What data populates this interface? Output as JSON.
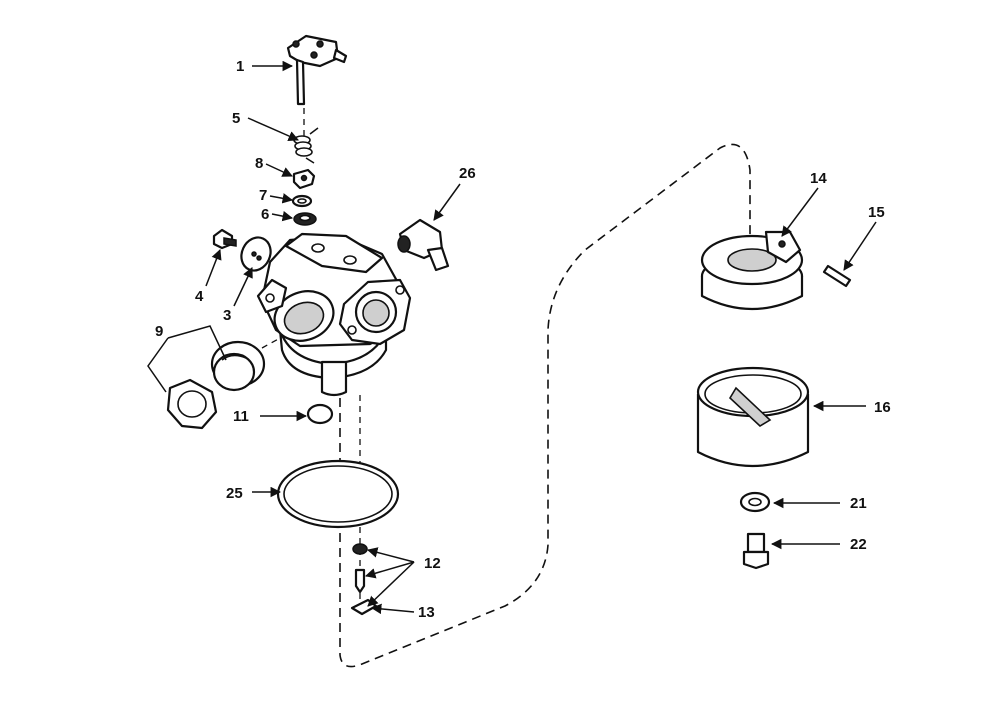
{
  "labels": {
    "p1": "1",
    "p3": "3",
    "p4": "4",
    "p5": "5",
    "p6": "6",
    "p7": "7",
    "p8": "8",
    "p9": "9",
    "p11": "11",
    "p12": "12",
    "p13": "13",
    "p14": "14",
    "p15": "15",
    "p16": "16",
    "p21": "21",
    "p22": "22",
    "p25": "25",
    "p26": "26"
  },
  "colors": {
    "ink": "#111111",
    "background": "#ffffff"
  }
}
